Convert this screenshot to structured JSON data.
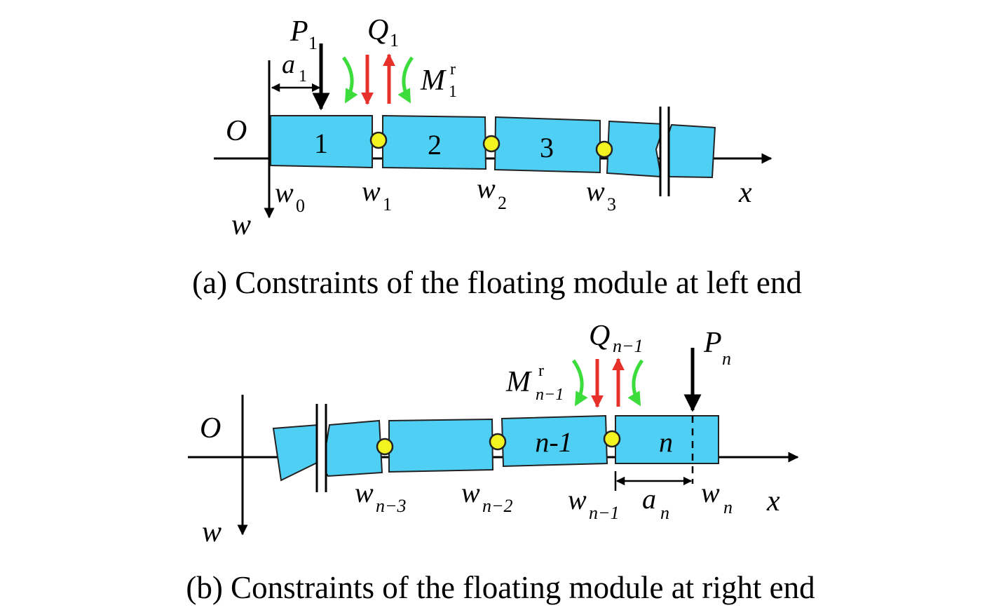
{
  "panel_a": {
    "origin": "O",
    "axis_x": "x",
    "axis_w": "w",
    "load_P": {
      "main": "P",
      "sub": "1"
    },
    "shear_Q": {
      "main": "Q",
      "sub": "1"
    },
    "moment_M": {
      "main": "M",
      "sup": "r",
      "sub": "1"
    },
    "distance_a": {
      "main": "a",
      "sub": "1"
    },
    "modules": [
      "1",
      "2",
      "3"
    ],
    "deflections": [
      {
        "main": "w",
        "sub": "0"
      },
      {
        "main": "w",
        "sub": "1"
      },
      {
        "main": "w",
        "sub": "2"
      },
      {
        "main": "w",
        "sub": "3"
      }
    ],
    "caption": "(a) Constraints of the floating module at left end"
  },
  "panel_b": {
    "origin": "O",
    "axis_x": "x",
    "axis_w": "w",
    "load_P": {
      "main": "P",
      "sub": "n"
    },
    "shear_Q": {
      "main": "Q",
      "sub": "n−1"
    },
    "moment_M": {
      "main": "M",
      "sup": "r",
      "sub": "n−1"
    },
    "distance_a": {
      "main": "a",
      "sub": "n"
    },
    "modules": [
      "n-1",
      "n"
    ],
    "deflections": [
      {
        "main": "w",
        "sub": "n−3"
      },
      {
        "main": "w",
        "sub": "n−2"
      },
      {
        "main": "w",
        "sub": "n−1"
      },
      {
        "main": "w",
        "sub": "n"
      }
    ],
    "caption": "(b) Constraints of the floating module at right end"
  },
  "colors": {
    "module_fill": "#4fcff4",
    "hinge_fill": "#f3f322",
    "shear_arrow": "#e8302a",
    "moment_arrow": "#3ddc3d",
    "load_arrow": "#000000"
  }
}
